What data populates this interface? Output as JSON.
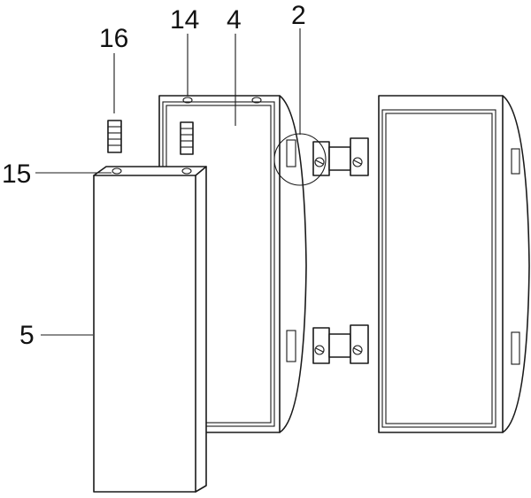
{
  "labels": {
    "l16": "16",
    "l14": "14",
    "l4": "4",
    "l2": "2",
    "l15": "15",
    "l5": "5"
  }
}
